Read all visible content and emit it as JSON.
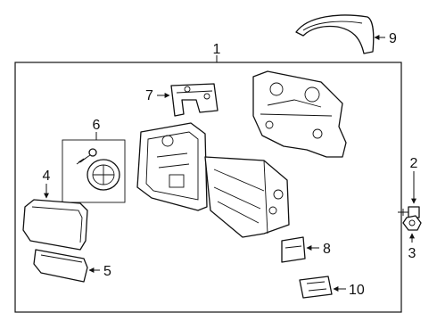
{
  "callouts": {
    "n1": "1",
    "n2": "2",
    "n3": "3",
    "n4": "4",
    "n5": "5",
    "n6": "6",
    "n7": "7",
    "n8": "8",
    "n9": "9",
    "n10": "10"
  },
  "colors": {
    "line": "#111111",
    "highlight": "#e0161e",
    "background": "#ffffff"
  }
}
